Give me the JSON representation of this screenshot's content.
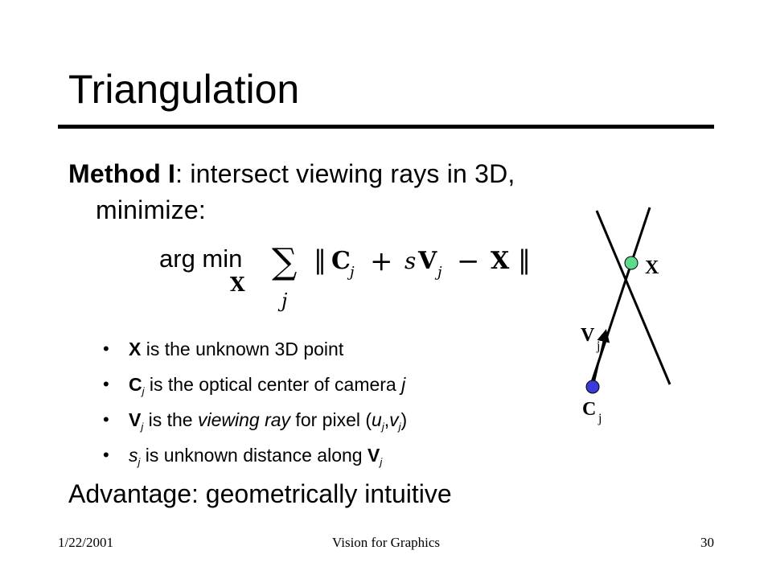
{
  "slide": {
    "title": "Triangulation",
    "method_bold": "Method I",
    "method_rest": ": intersect viewing rays in 3D,",
    "method_cont": "minimize:",
    "formula": {
      "argmin": "arg min",
      "argmin_sub": "X",
      "sigma": "∑",
      "sigma_sub": "j",
      "open": "‖",
      "c": "C",
      "c_sub": "j",
      "plus": "+",
      "s": "s",
      "v": "V",
      "v_sub": "j",
      "minus": "−",
      "x": "X",
      "close": "‖"
    },
    "bullets": [
      {
        "b": "X",
        "t": " is the unknown 3D point"
      },
      {
        "b": "C",
        "sub": "j",
        "t": " is the optical center of camera ",
        "it": "j"
      },
      {
        "b": "V",
        "sub": "j",
        "t": " is the ",
        "it": "viewing ray",
        "t2": " for pixel (",
        "u": "u",
        "usub": "j",
        "comma": ",",
        "v": "v",
        "vsub": "j",
        "close": ")"
      },
      {
        "it": "s",
        "sub": "j",
        "t": " is unknown distance along ",
        "b2": "V",
        "sub2": "j"
      }
    ],
    "advantage": "Advantage: geometrically intuitive",
    "diagram": {
      "x_label": "X",
      "v_label": "V",
      "v_sub": "j",
      "c_label": "C",
      "c_sub": "j",
      "x_color": "#5ddb8c",
      "c_color": "#3a3ad6"
    }
  },
  "footer": {
    "date": "1/22/2001",
    "course": "Vision for Graphics",
    "page": "30"
  }
}
